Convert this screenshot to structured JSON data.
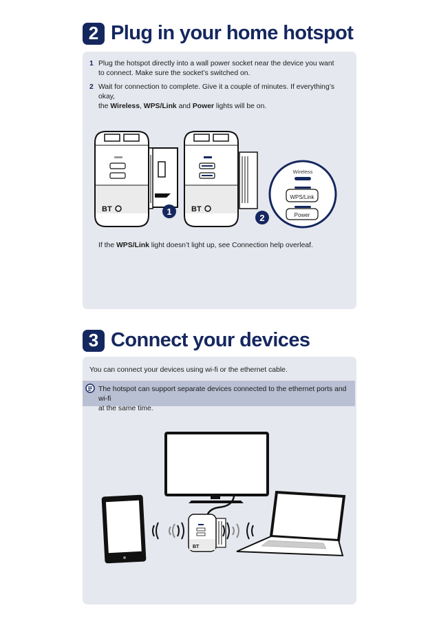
{
  "section2": {
    "number": "2",
    "title": "Plug in your home hotspot",
    "steps": [
      {
        "num": "1",
        "line1": "Plug the hotspot directly into a wall power socket near the device you want",
        "line2": "to connect. Make sure the socket’s switched on."
      },
      {
        "num": "2",
        "line1": "Wait for connection to complete. Give it a couple of minutes. If everything’s okay,",
        "line2_pre": "the ",
        "line2_b1": "Wireless",
        "line2_sep1": ", ",
        "line2_b2": "WPS/Link",
        "line2_sep2": " and ",
        "line2_b3": "Power",
        "line2_post": " lights will be on."
      }
    ],
    "callouts": [
      "1",
      "2"
    ],
    "device_brand": "BT",
    "zoom_labels": [
      "Wireless",
      "WPS/Link",
      "Power"
    ],
    "help_pre": "If the ",
    "help_bold": "WPS/Link",
    "help_post": " light doesn’t light up, see Connection help overleaf."
  },
  "section3": {
    "number": "3",
    "title": "Connect your devices",
    "intro": "You can connect your devices using wi-fi or the ethernet cable.",
    "note_line1": "The hotspot can support separate devices connected to the ethernet ports and wi-fi",
    "note_line2": "at the same time.",
    "device_brand": "BT"
  },
  "colors": {
    "navy": "#15275f",
    "panel": "#e6e8ef",
    "note": "#b9c0d4"
  }
}
